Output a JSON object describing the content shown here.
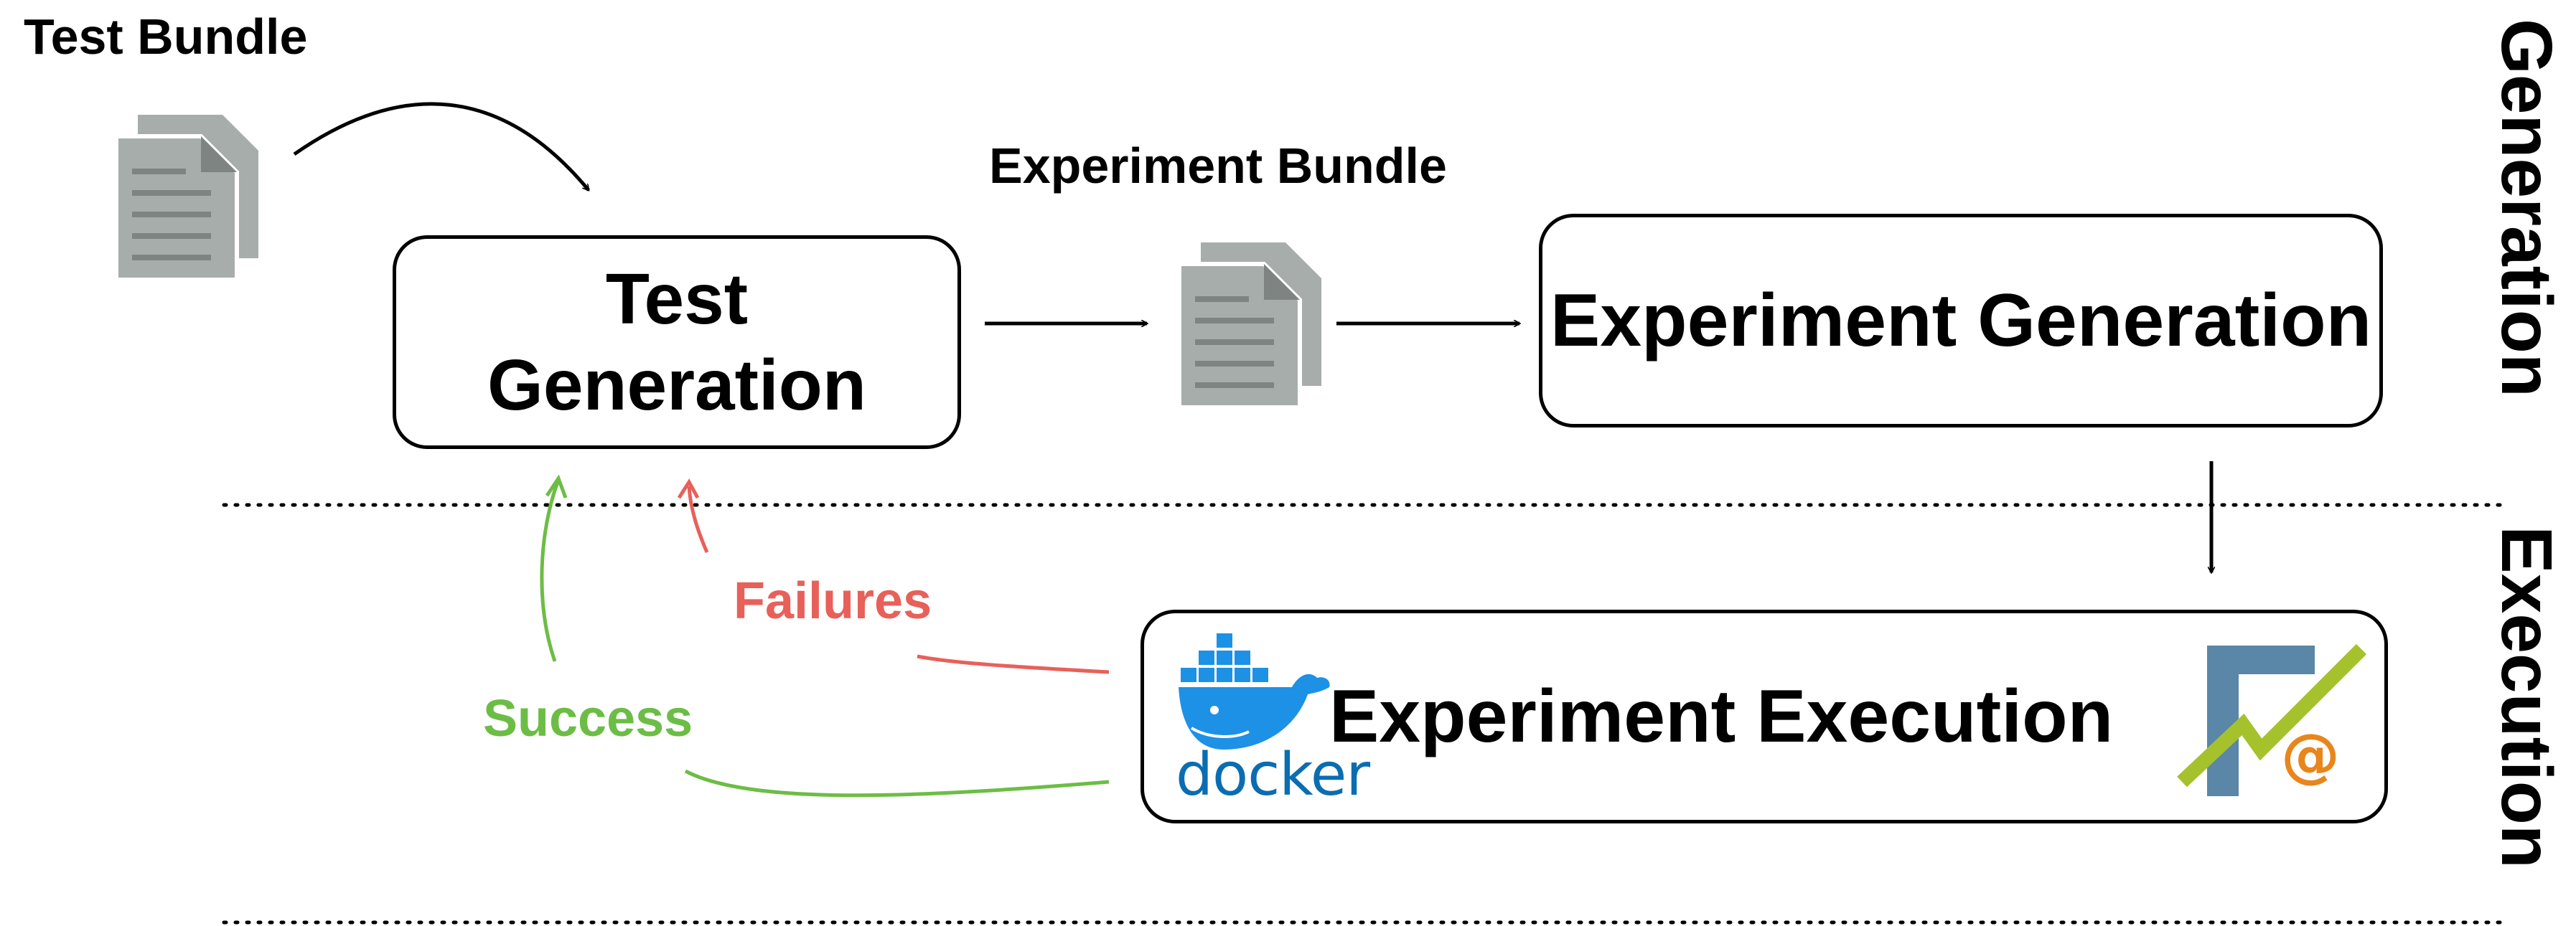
{
  "labels": {
    "test_bundle": "Test Bundle",
    "experiment_bundle": "Experiment Bundle",
    "failures": "Failures",
    "success": "Success"
  },
  "boxes": {
    "test_generation_line1": "Test",
    "test_generation_line2": "Generation",
    "experiment_generation": "Experiment Generation",
    "experiment_execution": "Experiment Execution"
  },
  "phases": {
    "generation": "Generation",
    "execution": "Execution"
  },
  "logos": {
    "docker_text": "docker",
    "fat_letter": "F",
    "fat_at": "@"
  },
  "colors": {
    "failures": "#e8605a",
    "success": "#6cbd45",
    "docker_blue": "#1d91e6",
    "docker_text": "#0b6db1",
    "document_gray": "#a7adab",
    "fat_blue": "#5a86a8",
    "fat_green": "#a5c22d",
    "fat_orange": "#e8861c"
  }
}
